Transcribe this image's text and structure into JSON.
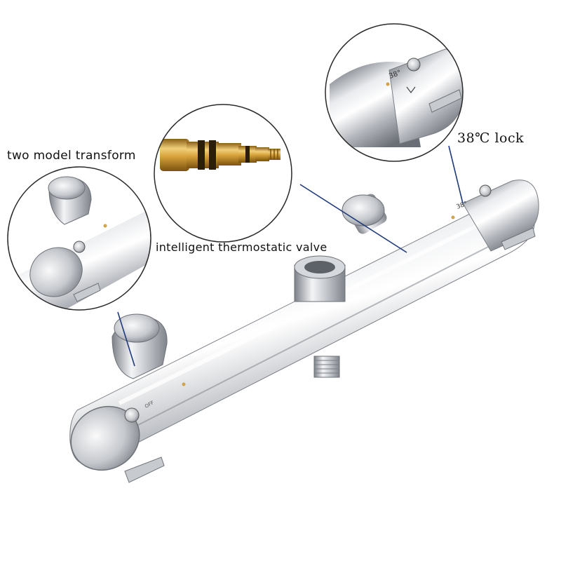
{
  "labels": {
    "mode_transform": "two model transform",
    "thermostatic_valve": "intelligent thermostatic valve",
    "temperature_lock": "38℃ lock"
  },
  "dial_markings": {
    "temperature_setting": "38°",
    "off": "OFF"
  },
  "colors": {
    "background": "#ffffff",
    "chrome_light": "#f4f5f7",
    "chrome_mid": "#b9bcc2",
    "chrome_dark": "#6d7178",
    "brass": "#c8962e",
    "pointer_line": "#1f3a7a"
  }
}
